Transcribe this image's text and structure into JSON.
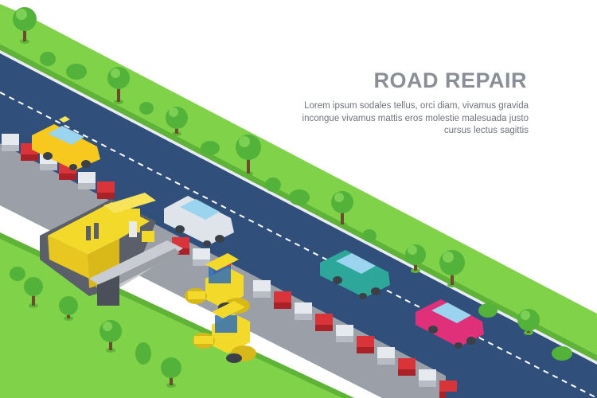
{
  "headline": "ROAD REPAIR",
  "body_lines": [
    "Lorem ipsum sodales tellus, orci diam, vivamus gravida",
    "incongue vivamus mattis eros molestie malesuada justo",
    "cursus lectus sagittis"
  ],
  "colors": {
    "grass": "#7ed246",
    "grass_dark": "#55ab2e",
    "road": "#32507a",
    "asphalt_patch": "#9a9ea6",
    "paver": "#f3d92a",
    "barrier_red": "#d9343a"
  }
}
